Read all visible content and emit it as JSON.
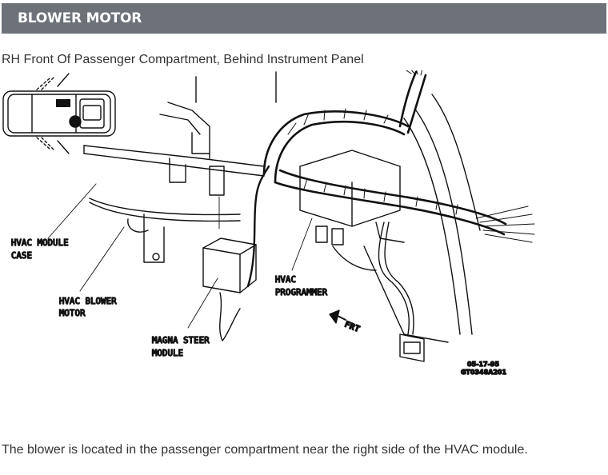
{
  "header": {
    "title": "BLOWER MOTOR"
  },
  "caption": "RH Front Of Passenger Compartment, Behind Instrument Panel",
  "figure": {
    "labels": {
      "hvac_module_case_1": "HVAC MODULE",
      "hvac_module_case_2": "CASE",
      "blower_motor_1": "HVAC BLOWER",
      "blower_motor_2": "MOTOR",
      "magna_steer_1": "MAGNA STEER",
      "magna_steer_2": "MODULE",
      "programmer_1": "HVAC",
      "programmer_2": "PROGRAMMER",
      "front_arrow": "FRT",
      "date_code": "05-17-95",
      "figure_code": "GT0348A201"
    }
  },
  "body_text": "The blower is located in the passenger compartment near the right side of the HVAC module."
}
